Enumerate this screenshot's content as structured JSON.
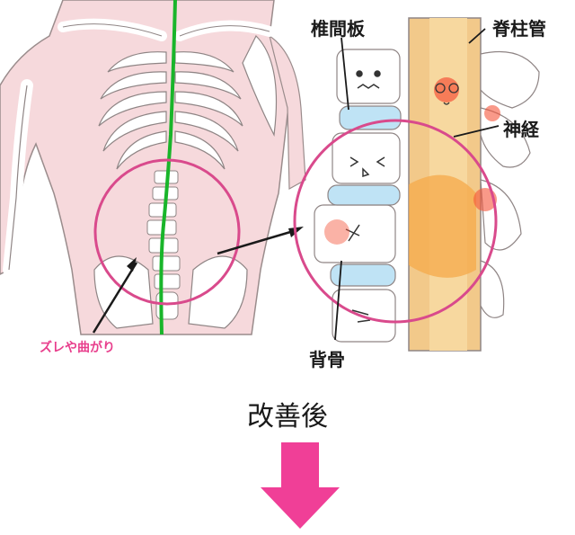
{
  "labels": {
    "intervertebral_disc": "椎間板",
    "spinal_canal": "脊柱管",
    "nerve": "神経",
    "vertebra": "背骨",
    "misalignment": "ズレや曲がり"
  },
  "caption": "改善後",
  "colors": {
    "highlight_circle": "#d94a8c",
    "spine_line": "#19b52a",
    "body_fill": "#f6d9dc",
    "disc_fill": "#bfe3f5",
    "canal_fill": "#f2c98a",
    "arrow": "#f03f97",
    "pain": "#f5553a"
  },
  "icons": [
    "skeleton-illustration",
    "spine-closeup-illustration",
    "down-arrow-icon"
  ]
}
